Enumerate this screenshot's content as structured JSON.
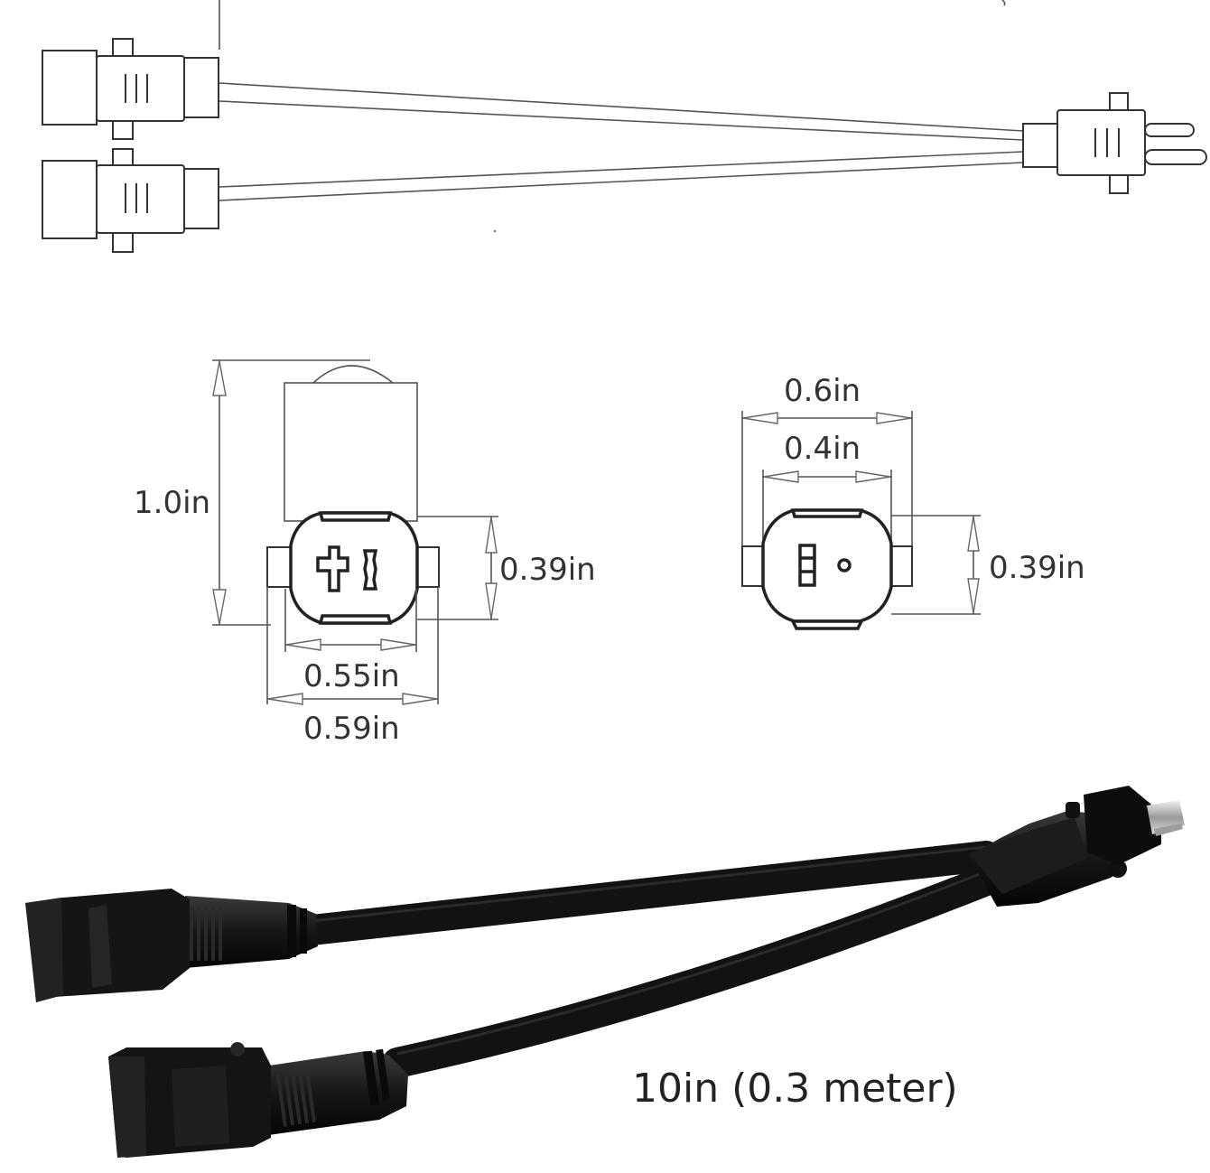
{
  "dimensions": {
    "female_height": "1.0in",
    "female_face_height": "0.39in",
    "female_inner_width": "0.55in",
    "female_outer_width": "0.59in",
    "male_outer_width": "0.6in",
    "male_inner_width": "0.4in",
    "male_face_height": "0.39in"
  },
  "caption": "10in (0.3 meter)",
  "colors": {
    "line": "#555555",
    "cable": "#141414",
    "background": "#ffffff"
  }
}
